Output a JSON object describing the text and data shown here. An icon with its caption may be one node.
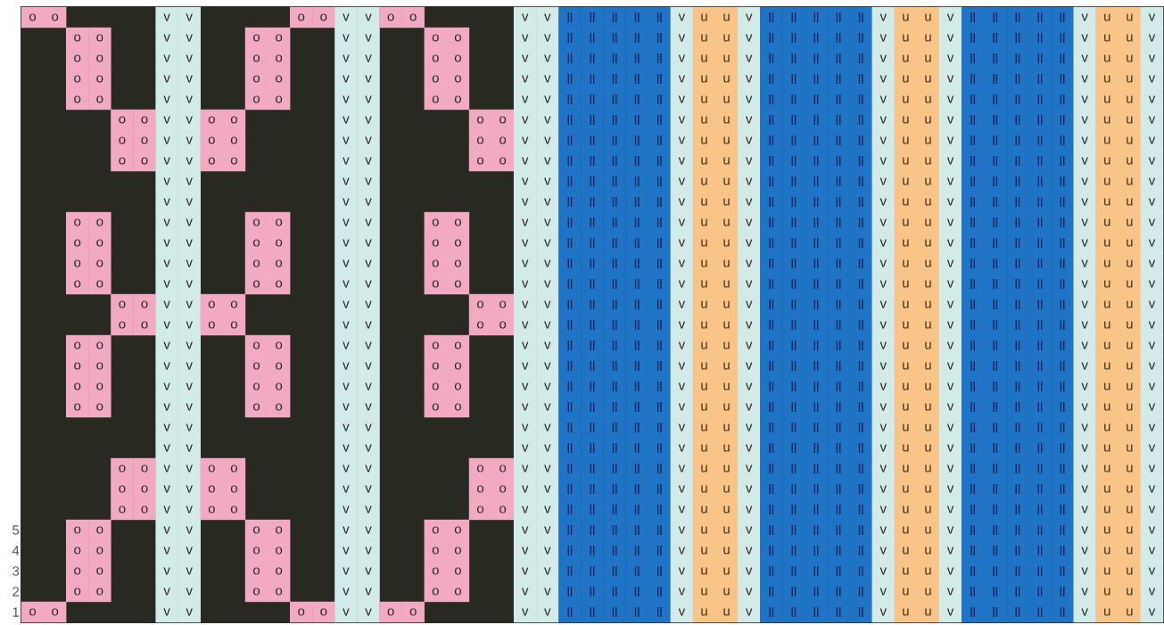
{
  "diagram": {
    "labels": [
      "o",
      "o",
      "v",
      "v",
      "o",
      "o",
      "v",
      "v",
      "o",
      "o",
      "v",
      "v",
      "ll",
      "ll",
      "ll",
      "ll",
      "ll",
      "v",
      "u",
      "u",
      "v",
      "ll",
      "ll",
      "ll",
      "ll",
      "ll",
      "v",
      "u",
      "u",
      "v",
      "ll",
      "ll",
      "ll",
      "ll",
      "ll",
      "v",
      "u",
      "u",
      "v",
      "o",
      "o",
      "v",
      "v",
      "o",
      "o",
      "v",
      "v",
      "o",
      "o",
      "v",
      "v",
      "ll",
      "ll",
      "ll",
      "ll",
      "ll",
      "v",
      "u",
      "u",
      "v",
      "ll",
      "ll",
      "ll",
      "ll",
      "ll",
      "v",
      "u",
      "u",
      "v",
      "ll",
      "ll",
      "ll",
      "ll",
      "ll",
      "v",
      "u",
      "u",
      "v",
      "o",
      "o",
      "v",
      "v",
      "o",
      "o",
      "v",
      "v",
      "o",
      "o",
      "v",
      "v",
      "ll",
      "ll",
      "ll",
      "ll",
      "ll",
      "v",
      "u",
      "u",
      "v",
      "ll",
      "ll",
      "ll",
      "ll",
      "ll",
      "v",
      "u",
      "u",
      "v",
      "ll",
      "ll",
      "ll",
      "ll",
      "ll",
      "v",
      "u",
      "u",
      "v",
      "o",
      "o",
      "v",
      "v",
      "o",
      "o",
      "v",
      "v",
      "o",
      "o",
      "v",
      "v",
      "ll",
      "ll",
      "ll",
      "ll",
      "ll",
      "v",
      "u",
      "u",
      "v",
      "ll",
      "ll",
      "ll",
      "ll",
      "ll",
      "v",
      "u",
      "u",
      "v",
      "ll",
      "ll",
      "ll",
      "ll",
      "ll",
      "v",
      "u",
      "u",
      "v",
      "o",
      "o",
      "v",
      "v",
      "o",
      "o",
      "v",
      "v",
      "o",
      "o",
      "v",
      "v",
      "ll",
      "ll",
      "ll",
      "ll",
      "ll",
      "v",
      "u",
      "u",
      "v",
      "ll",
      "ll",
      "ll",
      "ll",
      "ll",
      "v",
      "u",
      "u",
      "v",
      "ll",
      "ll",
      "ll",
      "ll",
      "ll",
      "v",
      "u",
      "u",
      "v",
      "o",
      "o",
      "v",
      "v",
      "o",
      "o",
      "v",
      "v",
      "o",
      "o",
      "v",
      "v",
      "ll",
      "ll",
      "ll",
      "ll",
      "ll",
      "v",
      "u",
      "u",
      "v",
      "ll",
      "ll",
      "ll",
      "ll",
      "ll",
      "v",
      "u",
      "u",
      "v",
      "ll",
      "ll",
      "ll",
      "ll",
      "ll",
      "v",
      "u",
      "u",
      "v",
      "o",
      "o",
      "v",
      "v",
      "o",
      "o",
      "v",
      "v",
      "o",
      "o",
      "v",
      "v",
      "ll",
      "ll",
      "ll",
      "ll",
      "ll",
      "v",
      "u",
      "u",
      "v",
      "ll",
      "ll",
      "ll",
      "ll",
      "ll",
      "v",
      "u",
      "u",
      "v",
      "ll",
      "ll",
      "ll",
      "ll",
      "ll",
      "v",
      "u",
      "u",
      "v",
      "o",
      "o",
      "v",
      "v",
      "o",
      "o",
      "v",
      "v",
      "o",
      "o",
      "v",
      "v",
      "ll",
      "ll",
      "ll",
      "ll",
      "ll",
      "v",
      "u",
      "u",
      "v",
      "ll",
      "ll",
      "ll",
      "ll",
      "ll",
      "v",
      "u",
      "u",
      "v",
      "ll",
      "ll",
      "ll",
      "ll",
      "ll",
      "v",
      "u",
      "u",
      "v",
      "v",
      "v",
      "v",
      "v",
      "v",
      "v",
      "ll",
      "ll",
      "ll",
      "ll",
      "ll",
      "v",
      "u",
      "u",
      "v",
      "ll",
      "ll",
      "ll",
      "ll",
      "ll",
      "v",
      "u",
      "u",
      "v",
      "ll",
      "ll",
      "ll",
      "ll",
      "ll",
      "v",
      "u",
      "u",
      "v",
      "v",
      "v",
      "v",
      "v",
      "v",
      "v",
      "ll",
      "ll",
      "ll",
      "ll",
      "ll",
      "v",
      "u",
      "u",
      "v",
      "ll",
      "ll",
      "ll",
      "ll",
      "ll",
      "v",
      "u",
      "u",
      "v",
      "ll",
      "ll",
      "ll",
      "ll",
      "ll",
      "v",
      "u",
      "u",
      "v",
      "o",
      "o",
      "v",
      "v",
      "o",
      "o",
      "v",
      "v",
      "o",
      "o",
      "v",
      "v",
      "ll",
      "ll",
      "ll",
      "ll",
      "ll",
      "v",
      "u",
      "u",
      "v",
      "ll",
      "ll",
      "ll",
      "ll",
      "ll",
      "v",
      "u",
      "u",
      "v",
      "ll",
      "ll",
      "ll",
      "ll",
      "ll",
      "v",
      "u",
      "u",
      "v",
      "o",
      "o",
      "v",
      "v",
      "o",
      "o",
      "v",
      "v",
      "o",
      "o",
      "v",
      "v",
      "ll",
      "ll",
      "ll",
      "ll",
      "ll",
      "v",
      "u",
      "u",
      "v",
      "ll",
      "ll",
      "ll",
      "ll",
      "ll",
      "v",
      "u",
      "u",
      "v",
      "ll",
      "ll",
      "ll",
      "ll",
      "ll",
      "v",
      "u",
      "u",
      "v",
      "o",
      "o",
      "v",
      "v",
      "o",
      "o",
      "v",
      "v",
      "o",
      "o",
      "v",
      "v",
      "ll",
      "ll",
      "ll",
      "ll",
      "ll",
      "v",
      "u",
      "u",
      "v",
      "ll",
      "ll",
      "ll",
      "ll",
      "ll",
      "v",
      "u",
      "u",
      "v",
      "ll",
      "ll",
      "ll",
      "ll",
      "ll",
      "v",
      "u",
      "u",
      "v",
      "o",
      "o",
      "v",
      "v",
      "o",
      "o",
      "v",
      "v",
      "o",
      "o",
      "v",
      "v",
      "ll",
      "ll",
      "ll",
      "ll",
      "ll",
      "v",
      "u",
      "u",
      "v",
      "ll",
      "ll",
      "ll",
      "ll",
      "ll",
      "v",
      "u",
      "u",
      "v",
      "ll",
      "ll",
      "ll",
      "ll",
      "ll",
      "v",
      "u",
      "u",
      "v",
      "o",
      "o",
      "v",
      "v",
      "o",
      "o",
      "v",
      "v",
      "o",
      "o",
      "v",
      "v",
      "ll",
      "ll",
      "ll",
      "ll",
      "ll",
      "v",
      "u",
      "u",
      "v",
      "ll",
      "ll",
      "ll",
      "ll",
      "ll",
      "v",
      "u",
      "u",
      "v",
      "ll",
      "ll",
      "ll",
      "ll",
      "ll",
      "v",
      "u",
      "u",
      "v",
      "o",
      "o",
      "v",
      "v",
      "o",
      "o",
      "v",
      "v",
      "o",
      "o",
      "v",
      "v",
      "ll",
      "ll",
      "ll",
      "ll",
      "ll",
      "v",
      "u",
      "u",
      "v",
      "ll",
      "ll",
      "ll",
      "ll",
      "ll",
      "v",
      "u",
      "u",
      "v",
      "ll",
      "ll",
      "ll",
      "ll",
      "ll",
      "v",
      "u",
      "u",
      "v",
      "o",
      "o",
      "v",
      "v",
      "o",
      "o",
      "v",
      "v",
      "o",
      "o",
      "v",
      "v",
      "ll",
      "ll",
      "ll",
      "ll",
      "ll",
      "v",
      "u",
      "u",
      "v",
      "ll",
      "ll",
      "ll",
      "ll",
      "ll",
      "v",
      "u",
      "u",
      "v",
      "ll",
      "ll",
      "ll",
      "ll",
      "ll",
      "v",
      "u",
      "u",
      "v",
      "o",
      "o",
      "v",
      "v",
      "o",
      "o",
      "v",
      "v",
      "o",
      "o",
      "v",
      "v",
      "ll",
      "ll",
      "ll",
      "ll",
      "ll",
      "v",
      "u",
      "u",
      "v",
      "ll",
      "ll",
      "ll",
      "ll",
      "ll",
      "v",
      "u",
      "u",
      "v",
      "ll",
      "ll",
      "ll",
      "ll",
      "ll",
      "v",
      "u",
      "u",
      "v",
      "o",
      "o",
      "v",
      "v",
      "o",
      "o",
      "v",
      "v",
      "o",
      "o",
      "v",
      "v",
      "ll",
      "ll",
      "ll",
      "ll",
      "ll",
      "v",
      "u",
      "u",
      "v",
      "ll",
      "ll",
      "ll",
      "ll",
      "ll",
      "v",
      "u",
      "u",
      "v",
      "ll",
      "ll",
      "ll",
      "ll",
      "ll",
      "v",
      "u",
      "u",
      "v",
      "o",
      "o",
      "v",
      "v",
      "o",
      "o",
      "v",
      "v",
      "o",
      "o",
      "v",
      "v",
      "ll",
      "ll",
      "ll",
      "ll",
      "ll",
      "v",
      "u",
      "u",
      "v",
      "ll",
      "ll",
      "ll",
      "ll",
      "ll",
      "v",
      "u",
      "u",
      "v",
      "ll",
      "ll",
      "ll",
      "ll",
      "ll",
      "v",
      "u",
      "u",
      "v",
      "v",
      "v",
      "v",
      "v",
      "v",
      "v",
      "ll",
      "ll",
      "ll",
      "ll",
      "ll",
      "v",
      "u",
      "u",
      "v",
      "ll",
      "ll",
      "ll",
      "ll",
      "ll",
      "v",
      "u",
      "u",
      "v",
      "ll",
      "ll",
      "ll",
      "ll",
      "ll",
      "v",
      "u",
      "u",
      "v",
      "v",
      "v",
      "v",
      "v",
      "v",
      "v",
      "ll",
      "ll",
      "ll",
      "ll",
      "ll",
      "v",
      "u",
      "u",
      "v",
      "ll",
      "ll",
      "ll",
      "ll",
      "ll",
      "v",
      "u",
      "u",
      "v",
      "ll",
      "ll",
      "ll",
      "ll",
      "ll",
      "v",
      "u",
      "u",
      "v",
      "o",
      "o",
      "v",
      "v",
      "o",
      "o",
      "v",
      "v",
      "o",
      "o",
      "v",
      "v",
      "ll",
      "ll",
      "ll",
      "ll",
      "ll",
      "v",
      "u",
      "u",
      "v",
      "ll",
      "ll",
      "ll",
      "ll",
      "ll",
      "v",
      "u",
      "u",
      "v",
      "ll",
      "ll",
      "ll",
      "ll",
      "ll",
      "v",
      "u",
      "u",
      "v",
      "o",
      "o",
      "v",
      "v",
      "o",
      "o",
      "v",
      "v",
      "o",
      "o",
      "v",
      "v",
      "ll",
      "ll",
      "ll",
      "ll",
      "ll",
      "v",
      "u",
      "u",
      "v",
      "ll",
      "ll",
      "ll",
      "ll",
      "ll",
      "v",
      "u",
      "u",
      "v",
      "ll",
      "ll",
      "ll",
      "ll",
      "ll",
      "v",
      "u",
      "u",
      "v",
      "o",
      "o",
      "v",
      "v",
      "o",
      "o",
      "v",
      "v",
      "o",
      "o",
      "v",
      "v",
      "ll",
      "ll",
      "ll",
      "ll",
      "ll",
      "v",
      "u",
      "u",
      "v",
      "ll",
      "ll",
      "ll",
      "ll",
      "ll",
      "v",
      "u",
      "u",
      "v",
      "ll",
      "ll",
      "ll",
      "ll",
      "ll",
      "v",
      "u",
      "u",
      "v",
      "5",
      "o",
      "o",
      "v",
      "v",
      "o",
      "o",
      "v",
      "v",
      "o",
      "o",
      "v",
      "v",
      "ll",
      "ll",
      "ll",
      "ll",
      "ll",
      "v",
      "u",
      "u",
      "v",
      "ll",
      "ll",
      "ll",
      "ll",
      "ll",
      "v",
      "u",
      "u",
      "v",
      "ll",
      "ll",
      "ll",
      "ll",
      "ll",
      "v",
      "u",
      "u",
      "v",
      "4",
      "o",
      "o",
      "v",
      "v",
      "o",
      "o",
      "v",
      "v",
      "o",
      "o",
      "v",
      "v",
      "ll",
      "ll",
      "ll",
      "ll",
      "ll",
      "v",
      "u",
      "u",
      "v",
      "ll",
      "ll",
      "ll",
      "ll",
      "ll",
      "v",
      "u",
      "u",
      "v",
      "ll",
      "ll",
      "ll",
      "ll",
      "ll",
      "v",
      "u",
      "u",
      "v",
      "3",
      "o",
      "o",
      "v",
      "v",
      "o",
      "o",
      "v",
      "v",
      "o",
      "o",
      "v",
      "v",
      "ll",
      "ll",
      "ll",
      "ll",
      "ll",
      "v",
      "u",
      "u",
      "v",
      "ll",
      "ll",
      "ll",
      "ll",
      "ll",
      "v",
      "u",
      "u",
      "v",
      "ll",
      "ll",
      "ll",
      "ll",
      "ll",
      "v",
      "u",
      "u",
      "v",
      "2",
      "o",
      "o",
      "v",
      "v",
      "o",
      "o",
      "v",
      "v",
      "o",
      "o",
      "v",
      "v",
      "ll",
      "ll",
      "ll",
      "ll",
      "ll",
      "v",
      "u",
      "u",
      "v",
      "ll",
      "ll",
      "ll",
      "ll",
      "ll",
      "v",
      "u",
      "u",
      "v",
      "ll",
      "ll",
      "ll",
      "ll",
      "ll",
      "v",
      "u",
      "u",
      "v",
      "1",
      "o",
      "o",
      "v",
      "v",
      "o",
      "o",
      "v",
      "v",
      "o",
      "o",
      "v",
      "v",
      "ll",
      "ll",
      "ll",
      "ll",
      "ll",
      "v",
      "u",
      "u",
      "v",
      "ll",
      "ll",
      "ll",
      "ll",
      "ll",
      "v",
      "u",
      "u",
      "v",
      "ll",
      "ll",
      "ll",
      "ll",
      "ll",
      "v",
      "u",
      "u",
      "v"
    ]
  }
}
